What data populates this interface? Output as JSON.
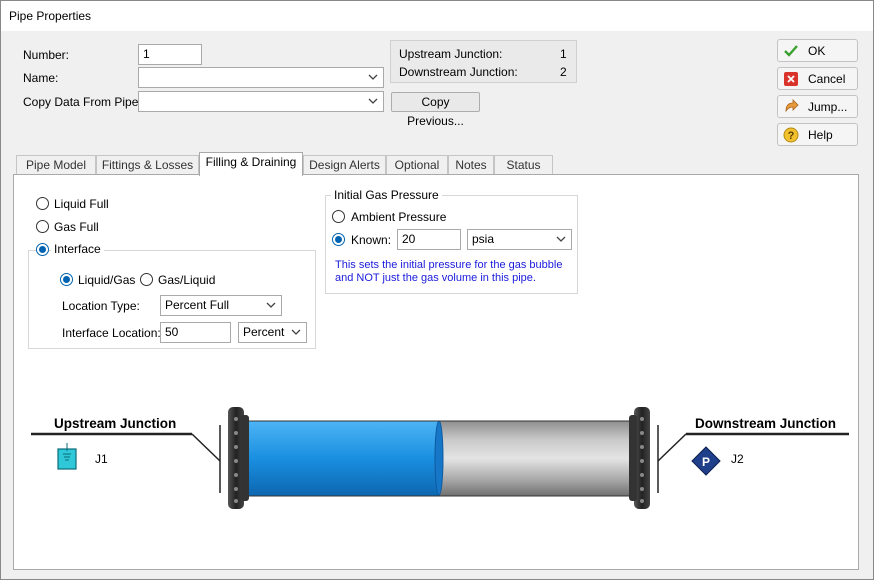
{
  "window": {
    "title": "Pipe Properties"
  },
  "form": {
    "number_label": "Number:",
    "number_value": "1",
    "name_label": "Name:",
    "name_value": "",
    "copy_label": "Copy Data From Pipe...",
    "copy_value": "",
    "copy_previous": "Copy Previous..."
  },
  "junctions": {
    "upstream_label": "Upstream Junction:",
    "upstream_value": "1",
    "downstream_label": "Downstream Junction:",
    "downstream_value": "2"
  },
  "buttons": {
    "ok": "OK",
    "cancel": "Cancel",
    "jump": "Jump...",
    "help": "Help"
  },
  "tabs": [
    {
      "label": "Pipe Model"
    },
    {
      "label": "Fittings & Losses"
    },
    {
      "label": "Filling & Draining",
      "active": true
    },
    {
      "label": "Design Alerts"
    },
    {
      "label": "Optional"
    },
    {
      "label": "Notes"
    },
    {
      "label": "Status"
    }
  ],
  "filling": {
    "liquid_full": "Liquid Full",
    "gas_full": "Gas Full",
    "interface": "Interface",
    "selected": "Interface",
    "interface_group": {
      "liquid_gas": "Liquid/Gas",
      "gas_liquid": "Gas/Liquid",
      "order_selected": "Liquid/Gas",
      "location_type_label": "Location Type:",
      "location_type_value": "Percent Full",
      "interface_location_label": "Interface Location:",
      "interface_location_value": "50",
      "interface_location_unit": "Percent"
    },
    "gas_pressure": {
      "title": "Initial Gas Pressure",
      "ambient": "Ambient Pressure",
      "known": "Known:",
      "selected": "Known",
      "value": "20",
      "unit": "psia",
      "note_line1": "This sets the initial pressure for the gas bubble",
      "note_line2": "and NOT just the gas volume in this pipe."
    }
  },
  "diagram": {
    "upstream_title": "Upstream Junction",
    "upstream_id": "J1",
    "downstream_title": "Downstream Junction",
    "downstream_id": "J2",
    "downstream_symbol": "P",
    "liquid_fraction": 0.5,
    "liquid_color": "#1a8fe0",
    "gas_color": "#b5b5b5",
    "reservoir_color": "#2ec8d8",
    "pump_color": "#1f3f8a"
  }
}
